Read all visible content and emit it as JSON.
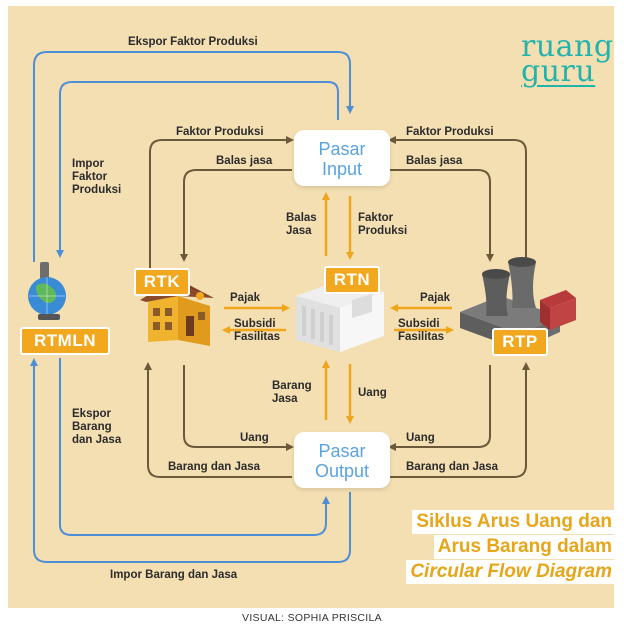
{
  "logo": {
    "line1": "ruang",
    "line2": "guru"
  },
  "nodes": {
    "pasar_input": {
      "line1": "Pasar",
      "line2": "Input"
    },
    "pasar_output": {
      "line1": "Pasar",
      "line2": "Output"
    },
    "rtk": "RTK",
    "rtn": "RTN",
    "rtp": "RTP",
    "rtmln": "RTMLN"
  },
  "flows": {
    "ekspor_faktor_produksi": "Ekspor Faktor Produksi",
    "impor_faktor_produksi": "Impor\nFaktor\nProduksi",
    "faktor_produksi_left": "Faktor Produksi",
    "balas_jasa_left": "Balas jasa",
    "faktor_produksi_right": "Faktor Produksi",
    "balas_jasa_right": "Balas jasa",
    "balas_jasa_center": "Balas\nJasa",
    "faktor_produksi_center": "Faktor\nProduksi",
    "pajak_left": "Pajak",
    "subsidi_left": "Subsidi\nFasilitas",
    "pajak_right": "Pajak",
    "subsidi_right": "Subsidi\nFasilitas",
    "barang_jasa_center": "Barang\nJasa",
    "uang_center": "Uang",
    "ekspor_barang_jasa": "Ekspor\nBarang\ndan Jasa",
    "uang_left": "Uang",
    "barang_dan_jasa_left": "Barang dan Jasa",
    "uang_right": "Uang",
    "barang_dan_jasa_right": "Barang dan Jasa",
    "impor_barang_jasa": "Impor Barang dan Jasa"
  },
  "title": {
    "line1": "Siklus Arus Uang dan",
    "line2": "Arus Barang dalam",
    "line3": "Circular Flow Diagram"
  },
  "credit": "VISUAL: SOPHIA PRISCILA",
  "colors": {
    "background": "#f4dfb2",
    "brown_arrow": "#6b5a3a",
    "blue_arrow": "#4d8fd6",
    "orange_arrow": "#f0a51b",
    "tag_orange": "#f1a81e",
    "box_text": "#5aa3e0",
    "logo": "#23b3ad"
  }
}
